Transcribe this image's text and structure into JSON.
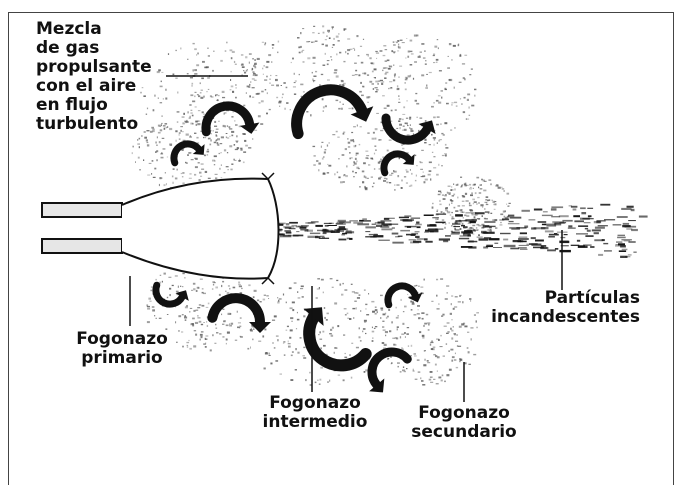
{
  "labels": {
    "gas_mix": "Mezcla\nde gas\npropulsante\ncon el aire\nen flujo\nturbulento",
    "particles": "Partículas\nincandescentes",
    "primary_flash": "Fogonazo\nprimario",
    "intermediate_flash": "Fogonazo\nintermedio",
    "secondary_flash": "Fogonazo\nsecundario"
  },
  "colors": {
    "ink": "#111111",
    "barrel_fill": "#e6e6e6",
    "cloud": "#555555"
  }
}
